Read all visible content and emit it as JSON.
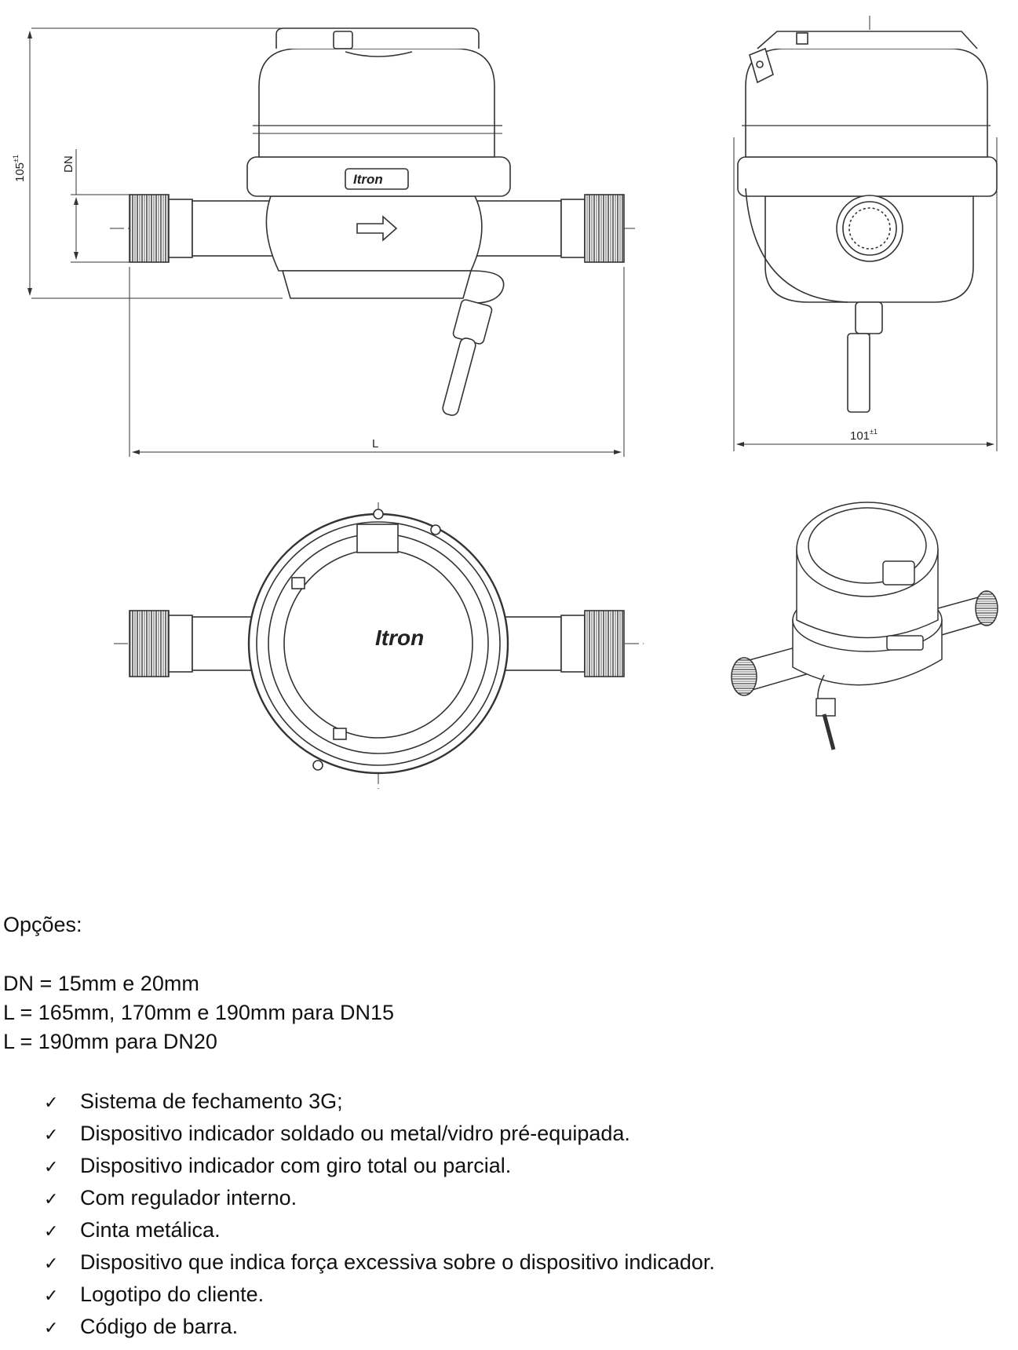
{
  "drawing": {
    "dimensions": {
      "height": "105",
      "height_tol": "±1",
      "dn": "DN",
      "length": "L",
      "width": "101",
      "width_tol": "±1"
    },
    "brand_logo": "Itron"
  },
  "spec": {
    "heading": "Opções:",
    "options": [
      "DN =  15mm e 20mm",
      "L = 165mm, 170mm e 190mm para DN15",
      "L = 190mm para DN20"
    ],
    "check_glyph": "✓",
    "features": [
      "Sistema de fechamento 3G;",
      "Dispositivo indicador soldado ou metal/vidro pré-equipada.",
      "Dispositivo indicador com giro total ou parcial.",
      "Com regulador interno.",
      "Cinta metálica.",
      "Dispositivo que indica força excessiva sobre o dispositivo indicador.",
      "Logotipo do cliente.",
      "Código de barra."
    ]
  }
}
